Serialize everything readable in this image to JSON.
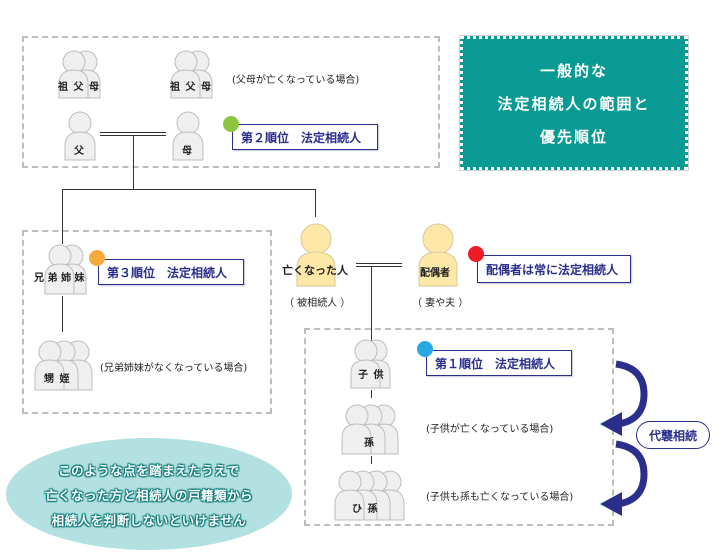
{
  "title": {
    "lines": [
      "一般的な",
      "法定相続人の範囲と",
      "優先順位"
    ],
    "bg_color": "#0a9a94"
  },
  "people": {
    "grandparents_1": "祖 父 母",
    "grandparents_2": "祖 父 母",
    "father": "父",
    "mother": "母",
    "siblings": "兄 弟 姉 妹",
    "nephews_nieces": "甥  姪",
    "deceased": "亡くなった人",
    "deceased_sub": "（ 被相続人 ）",
    "spouse": "配偶者",
    "spouse_sub": "（ 妻や夫 ）",
    "children": "子 供",
    "grandchildren": "孫",
    "great_grandchildren": "ひ  孫"
  },
  "notes": {
    "parents_deceased": "(父母が亡くなっている場合)",
    "siblings_deceased": "(兄弟姉妹がなくなっている場合)",
    "children_deceased": "(子供が亡くなっている場合)",
    "children_grandchildren_deceased": "(子供も孫も亡くなっている場合)"
  },
  "ranks": {
    "rank1": {
      "label": "第１順位　法定相続人",
      "dot_color": "#29a9e1"
    },
    "rank2": {
      "label": "第２順位　法定相続人",
      "dot_color": "#8cc63f"
    },
    "rank3": {
      "label": "第３順位　法定相続人",
      "dot_color": "#f9a93b"
    },
    "spouse": {
      "label": "配偶者は常に法定相続人",
      "dot_color": "#ee1c24"
    }
  },
  "substitution_label": "代襲相続",
  "footer": {
    "lines": [
      "このような点を踏まえたうえで",
      "亡くなった方と相続人の戸籍類から",
      "相続人を判断しないといけません"
    ]
  },
  "colors": {
    "navy": "#2b2f8c",
    "person_gray": "#efefef",
    "person_yellow": "#fde8a8"
  }
}
